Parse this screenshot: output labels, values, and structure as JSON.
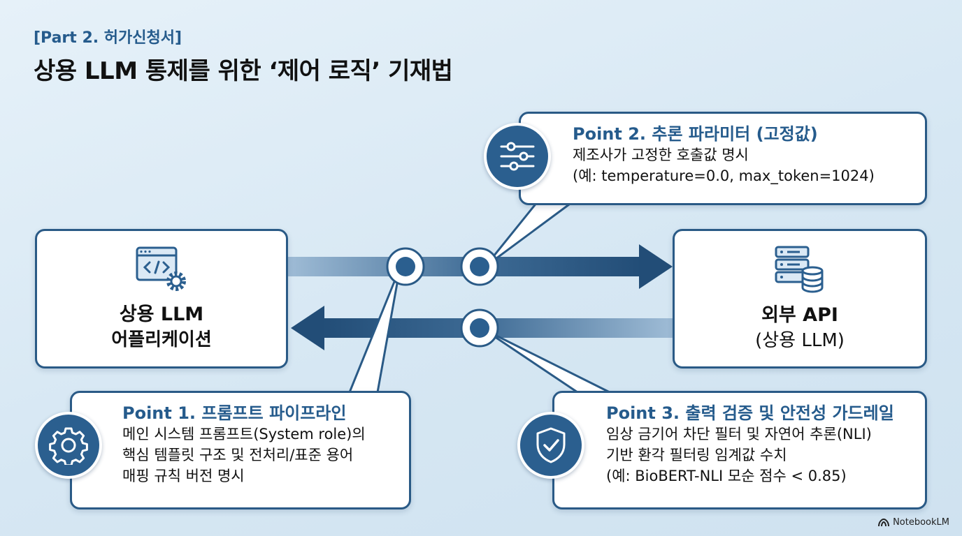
{
  "header": {
    "subtitle": "[Part 2. 허가신청서]",
    "title": "상용 LLM 통제를 위한 ‘제어 로직’ 기재법"
  },
  "nodes": {
    "app": {
      "line1": "상용 LLM",
      "line2": "어플리케이션",
      "icon": "code-window-gear-icon"
    },
    "api": {
      "line1": "외부 API",
      "line2": "(상용 LLM)",
      "icon": "server-database-icon"
    }
  },
  "points": [
    {
      "title": "Point 1. 프롬프트 파이프라인",
      "lines": [
        "메인 시스템 프롬프트(System role)의",
        "핵심 템플릿 구조 및 전처리/표준 용어",
        "매핑 규칙 버전 명시"
      ],
      "icon": "gear-icon"
    },
    {
      "title": "Point 2. 추론 파라미터 (고정값)",
      "lines": [
        "제조사가 고정한 호출값 명시",
        "(예: temperature=0.0, max_token=1024)"
      ],
      "icon": "sliders-icon"
    },
    {
      "title": "Point 3. 출력 검증 및 안전성 가드레일",
      "lines": [
        "임상 금기어 차단 필터 및 자연어 추론(NLI)",
        "기반 환각 필터링 임계값 수치",
        "(예: BioBERT-NLI 모순 점수 < 0.85)"
      ],
      "icon": "shield-check-icon"
    }
  ],
  "colors": {
    "primary": "#2b5f8f",
    "accent_text": "#255b8c",
    "arrow": "#244f78",
    "background": "#dcebf5"
  },
  "watermark": {
    "text": "NotebookLM"
  }
}
